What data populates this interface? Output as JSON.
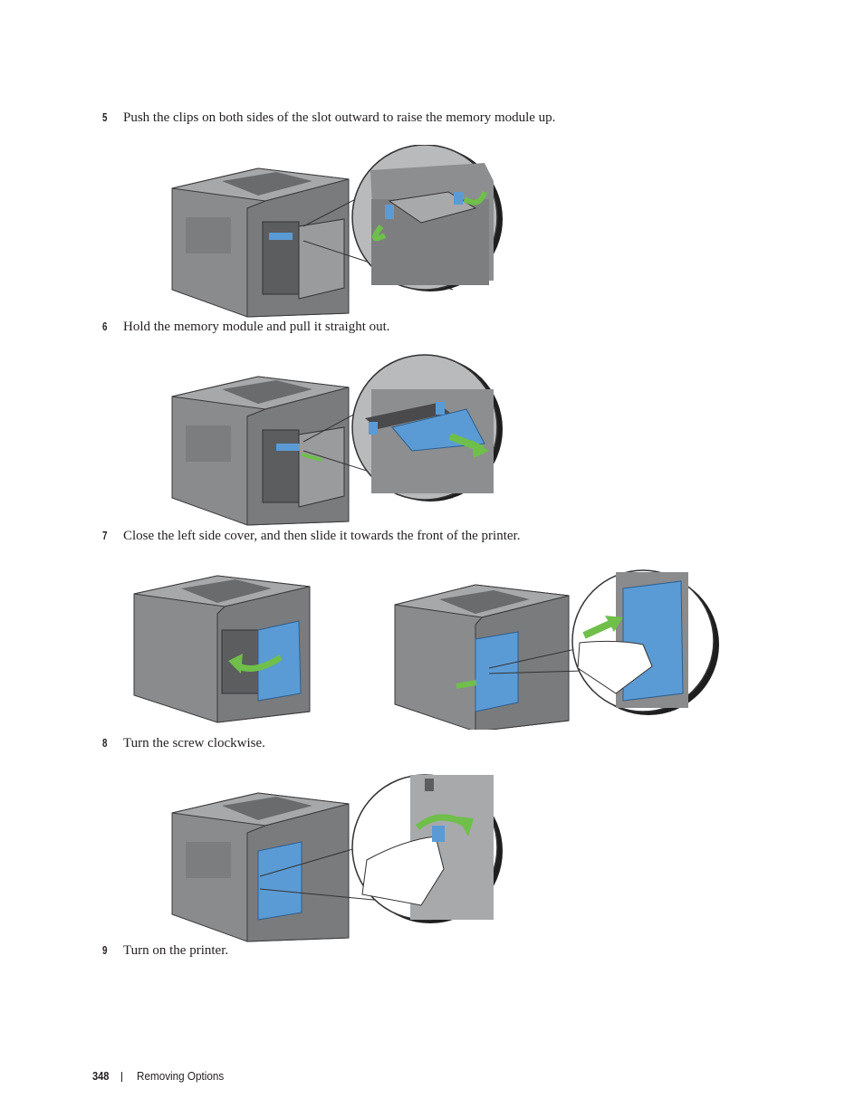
{
  "steps": [
    {
      "number": "5",
      "text": "Push the clips on both sides of the slot outward to raise the memory module up."
    },
    {
      "number": "6",
      "text": "Hold the memory module and pull it straight out."
    },
    {
      "number": "7",
      "text": "Close the left side cover, and then slide it towards the front of the printer."
    },
    {
      "number": "8",
      "text": "Turn the screw clockwise."
    },
    {
      "number": "9",
      "text": "Turn on the printer."
    }
  ],
  "figures": [
    {
      "name": "raise-memory-module",
      "panel_color": "#7e7e7e",
      "highlight_color": "#5b9bd5"
    },
    {
      "name": "pull-memory-module",
      "panel_color": "#7e7e7e",
      "highlight_color": "#5b9bd5"
    },
    {
      "name": "close-side-cover",
      "panel_color": "#5b9bd5",
      "highlight_color": "#5b9bd5"
    },
    {
      "name": "turn-screw",
      "panel_color": "#5b9bd5",
      "highlight_color": "#5b9bd5"
    }
  ],
  "colors": {
    "arrow": "#6fbf4a",
    "printer_body": "#8a8b8d",
    "printer_dark": "#6a6b6d",
    "text": "#231f20"
  },
  "footer": {
    "page_number": "348",
    "section": "Removing Options"
  }
}
